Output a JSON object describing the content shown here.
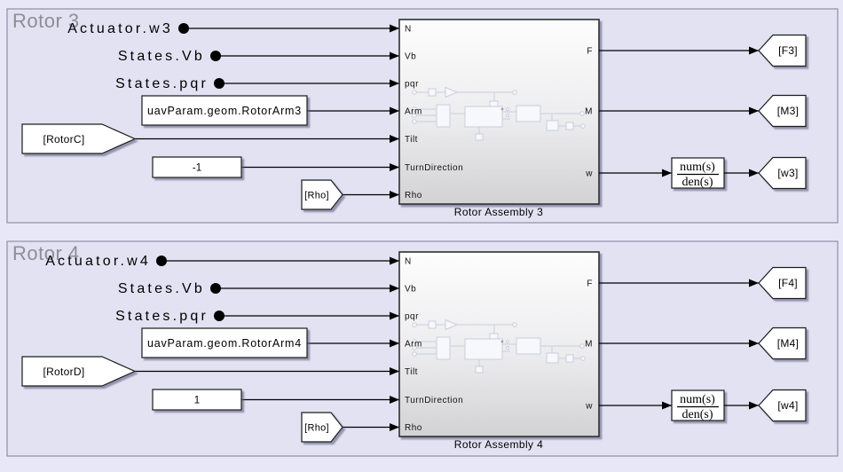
{
  "colors": {
    "canvas_background": "#e7e7f7",
    "area_fill": "#e2e2f3",
    "area_border": "#8f8fa8",
    "area_title_gray": "#8e8e95",
    "block_border": "#2e2e2e",
    "block_gradient_top": "#fdfdfd",
    "block_gradient_bottom": "#d2d2d4",
    "signal_line": "#000000",
    "block_fill": "#ffffff",
    "shadow": "#606080"
  },
  "sections": [
    {
      "title": "Rotor 3",
      "bus_inputs": [
        "Actuator.w3",
        "States.Vb",
        "States.pqr"
      ],
      "arm_param": "uavParam.geom.RotorArm3",
      "tilt_from": "[RotorC]",
      "turn_direction": "-1",
      "rho_from": "[Rho]",
      "assembly_name": "Rotor Assembly 3",
      "in_ports": [
        "N",
        "Vb",
        "pqr",
        "Arm",
        "Tilt",
        "TurnDirection",
        "Rho"
      ],
      "out_ports": [
        "F",
        "M",
        "w"
      ],
      "tf_num": "num(s)",
      "tf_den": "den(s)",
      "goto_f": "[F3]",
      "goto_m": "[M3]",
      "goto_w": "[w3]"
    },
    {
      "title": "Rotor 4",
      "bus_inputs": [
        "Actuator.w4",
        "States.Vb",
        "States.pqr"
      ],
      "arm_param": "uavParam.geom.RotorArm4",
      "tilt_from": "[RotorD]",
      "turn_direction": "1",
      "rho_from": "[Rho]",
      "assembly_name": "Rotor Assembly 4",
      "in_ports": [
        "N",
        "Vb",
        "pqr",
        "Arm",
        "Tilt",
        "TurnDirection",
        "Rho"
      ],
      "out_ports": [
        "F",
        "M",
        "w"
      ],
      "tf_num": "num(s)",
      "tf_den": "den(s)",
      "goto_f": "[F4]",
      "goto_m": "[M4]",
      "goto_w": "[w4]"
    }
  ]
}
